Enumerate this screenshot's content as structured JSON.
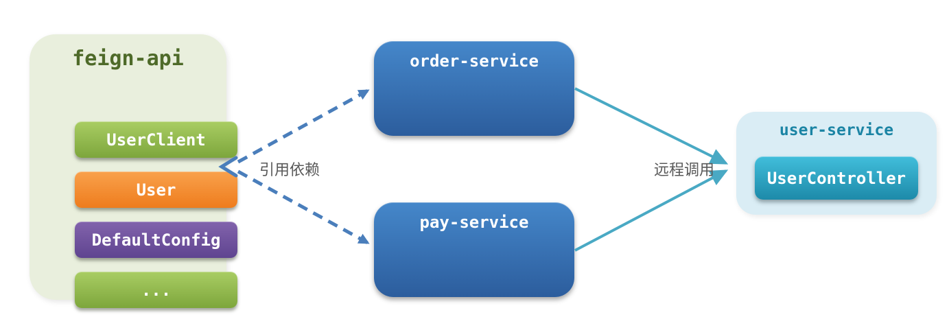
{
  "feign_api": {
    "title": "feign-api",
    "items": [
      {
        "label": "UserClient",
        "color": "#7da63c"
      },
      {
        "label": "User",
        "color": "#ee7c1d"
      },
      {
        "label": "DefaultConfig",
        "color": "#5f4490"
      },
      {
        "label": "...",
        "color": "#7da63c"
      }
    ]
  },
  "services": [
    {
      "label": "order-service"
    },
    {
      "label": "pay-service"
    }
  ],
  "user_service": {
    "title": "user-service",
    "controller": "UserController"
  },
  "edges": {
    "dependency_label": "引用依赖",
    "remote_call_label": "远程调用"
  },
  "colors": {
    "feign_panel_bg": "#e9efdd",
    "feign_title": "#4e6a29",
    "service_box_blue": "#2c5d9d",
    "user_panel_bg": "#daedf5",
    "user_title": "#1b84a4",
    "controller_teal": "#1d8aa9",
    "dashed_arrow": "#4a7ebb",
    "solid_arrow": "#49a9c4",
    "edge_label_gray": "#595959"
  }
}
